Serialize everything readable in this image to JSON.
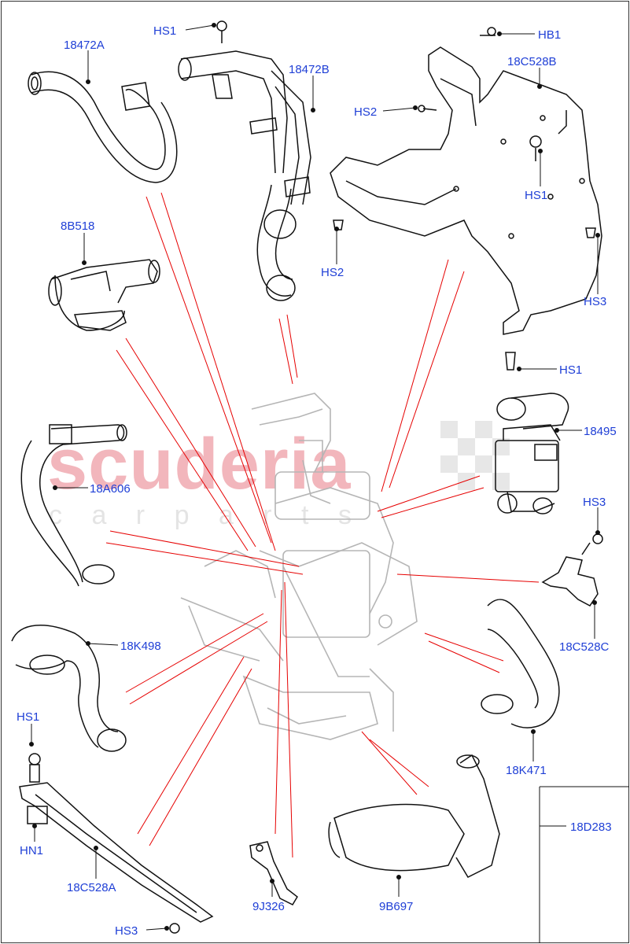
{
  "watermark": {
    "brand": "scuderia",
    "sub": "c a r   p a r t s",
    "brand_color": "#f2b6bc",
    "sub_color": "#e4e4e4"
  },
  "callouts": {
    "hs1_top": "HS1",
    "p18472a": "18472A",
    "p18472b": "18472B",
    "hb1": "HB1",
    "p18c528b": "18C528B",
    "hs2_a": "HS2",
    "hs1_mid": "HS1",
    "hs2_b": "HS2",
    "hs3_right": "HS3",
    "hs1_right": "HS1",
    "p8b518": "8B518",
    "p18495": "18495",
    "p18a606": "18A606",
    "hs3_mid": "HS3",
    "p18c528c": "18C528C",
    "p18k498": "18K498",
    "hs1_left": "HS1",
    "p18k471": "18K471",
    "p18d283": "18D283",
    "hn1": "HN1",
    "p18c528a": "18C528A",
    "p9j326": "9J326",
    "p9b697": "9B697",
    "hs3_bottom": "HS3"
  },
  "colors": {
    "label": "#1f3fd6",
    "leader": "#e60000",
    "line": "#111111",
    "ghost": "#bdbdbd"
  }
}
